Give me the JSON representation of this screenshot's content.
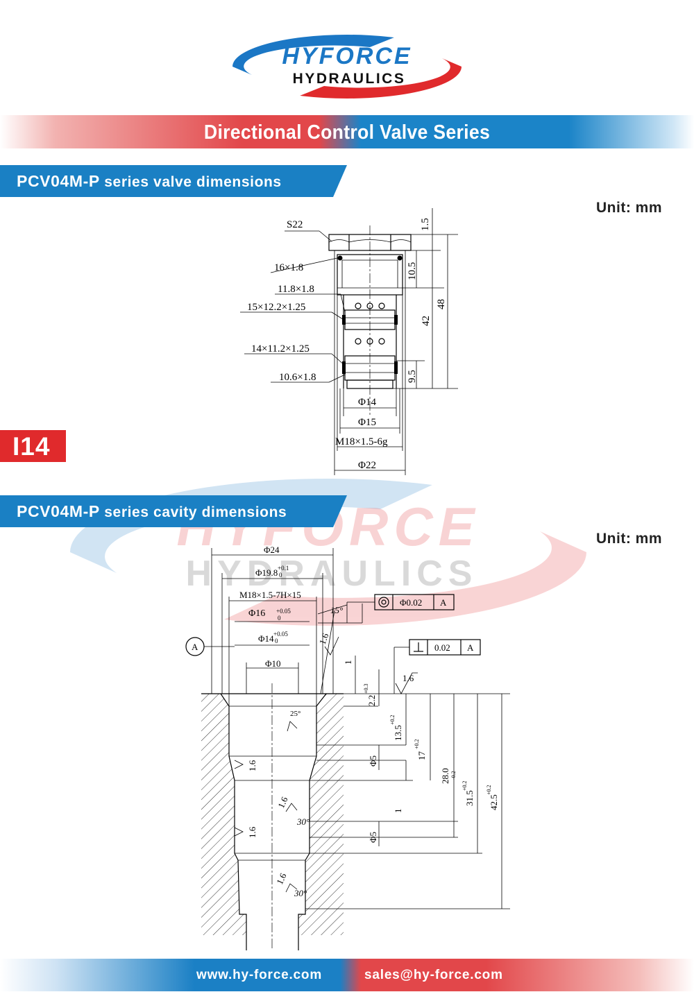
{
  "logo": {
    "line1": "HYFORCE",
    "line2": "HYDRAULICS",
    "blue": "#1b77c5",
    "red": "#e02a2c"
  },
  "header": {
    "title": "Directional Control Valve Series"
  },
  "section1": {
    "model": "PCV04M-P",
    "text": " series valve dimensions",
    "unit": "Unit: mm"
  },
  "badge": {
    "code": "I14"
  },
  "section2": {
    "model": "PCV04M-P",
    "text": " series cavity dimensions",
    "unit": "Unit: mm"
  },
  "valve": {
    "s22": "S22",
    "o1": "16×1.8",
    "o2": "11.8×1.8",
    "o3": "15×12.2×1.25",
    "o4": "14×11.2×1.25",
    "o5": "10.6×1.8",
    "d14": "Φ14",
    "d15": "Φ15",
    "thread": "M18×1.5-6g",
    "d22": "Φ22",
    "h15": "1.5",
    "h105": "10.5",
    "h42": "42",
    "h48": "48",
    "h95": "9.5"
  },
  "cavity": {
    "d24": "Φ24",
    "d198": "Φ19.8",
    "d198_tol_up": "+0.1",
    "d198_tol_lo": "0",
    "thread": "M18×1.5-7H×15",
    "d16": "Φ16",
    "d16_tol_up": "+0.05",
    "d16_tol_lo": "0",
    "d14": "Φ14",
    "d14_tol_up": "+0.05",
    "d14_tol_lo": "0",
    "d10": "Φ10",
    "datum": "A",
    "conc_value": "Φ0.02",
    "conc_ref": "A",
    "perp_value": "0.02",
    "perp_ref": "A",
    "angle15": "15°",
    "angle25": "25°",
    "angle30a": "30°",
    "angle30b": "30°",
    "rough": "1.6",
    "dim1": "1",
    "dim22": "2.2",
    "dim22_tol": "+0.3",
    "dim135": "13.5",
    "dim135_tol": "+0.2",
    "dim17": "17",
    "dim17_tol": "+0.2",
    "dim280": "28.0",
    "dim280_tol": "-0.2",
    "dim315": "31.5",
    "dim315_tol": "+0.2",
    "dim425": "42.5",
    "dim425_tol": "+0.2",
    "tol_zero": "0",
    "phi5a": "Φ5",
    "phi5b": "Φ5",
    "dim1b": "1"
  },
  "footer": {
    "web": "www.hy-force.com",
    "email": "sales@hy-force.com"
  }
}
